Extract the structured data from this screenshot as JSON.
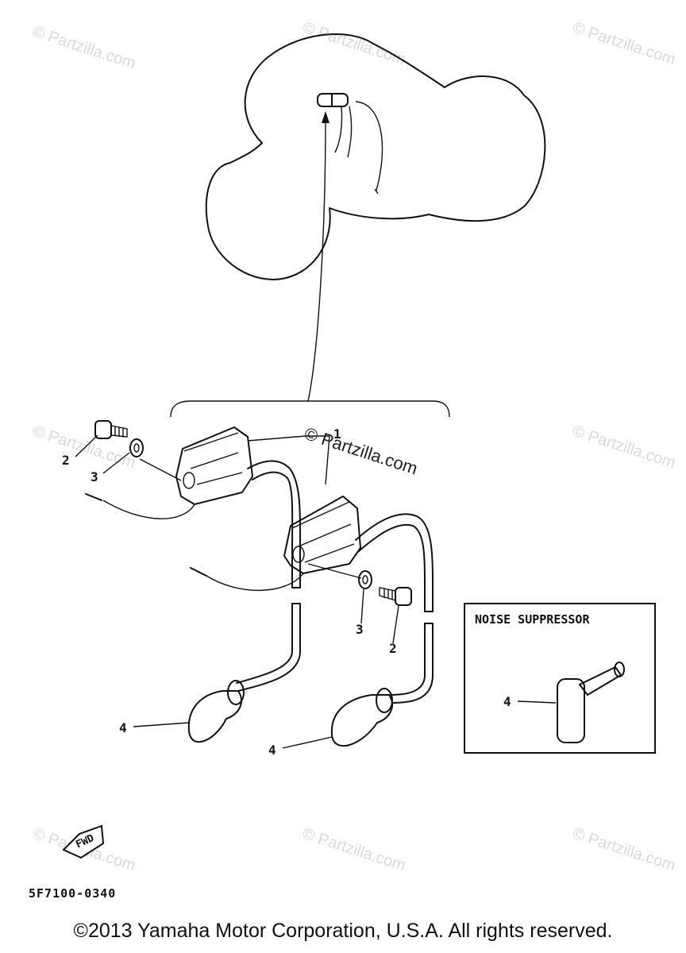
{
  "watermark_text": "© Partzilla.com",
  "callouts": {
    "coil_label": "1",
    "bolt_label_left": "2",
    "washer_label_left": "3",
    "bolt_label_right": "2",
    "washer_label_right": "3",
    "cap_label_left": "4",
    "cap_label_right": "4",
    "inset_label": "4"
  },
  "noise_suppressor_title": "NOISE SUPPRESSOR",
  "fwd_label": "FWD",
  "part_number": "5F7100-0340",
  "copyright": "©2013 Yamaha Motor Corporation, U.S.A. All rights reserved."
}
